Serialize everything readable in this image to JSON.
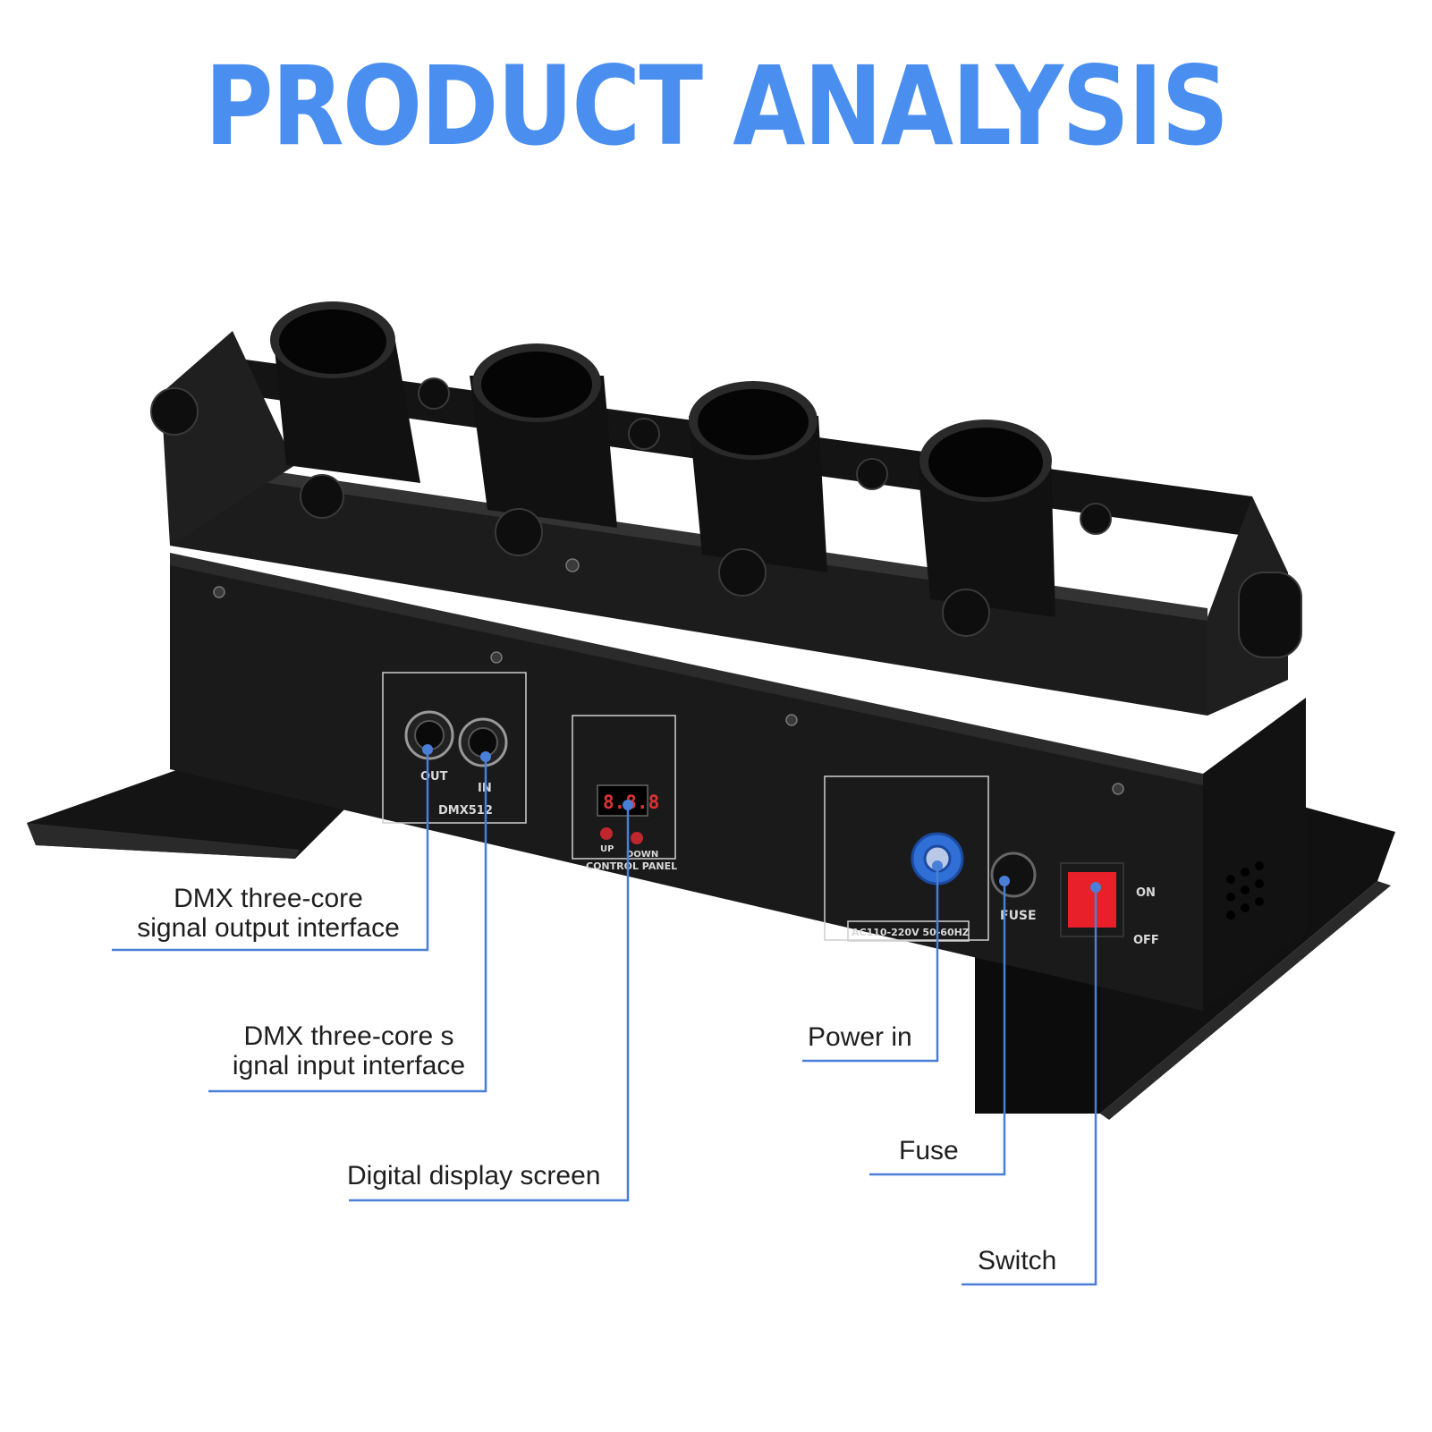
{
  "title": "PRODUCT ANALYSIS",
  "colors": {
    "title": "#4a8ff0",
    "callout_line": "#4a7fd8",
    "body": "#1a1a1a",
    "switch": "#e8202a",
    "power_connector": "#2f6fd6"
  },
  "panel": {
    "dmx_out": "OUT",
    "dmx_in": "IN",
    "dmx_label": "DMX512",
    "display_value": "8.8.8",
    "btn_up": "UP",
    "btn_down": "DOWN",
    "control_panel": "CONTROL PANEL",
    "voltage": "AC110-220V 50-60HZ",
    "fuse": "FUSE",
    "on": "ON",
    "off": "OFF"
  },
  "callouts": {
    "dmx_output": [
      "DMX three-core",
      "signal output interface"
    ],
    "dmx_input": [
      "DMX three-core s",
      "ignal input interface"
    ],
    "display": "Digital display screen",
    "power": "Power in",
    "fuse": "Fuse",
    "switch": "Switch"
  }
}
